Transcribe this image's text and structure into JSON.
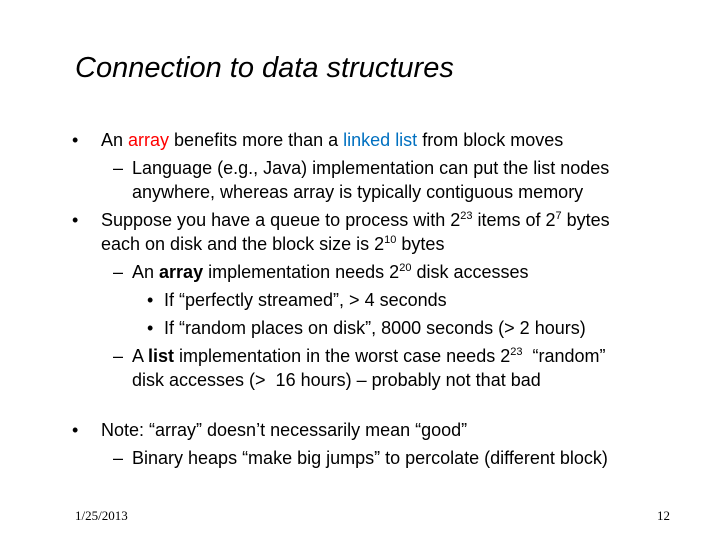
{
  "slide": {
    "title": "Connection to data structures",
    "footer": {
      "date": "1/25/2013",
      "page_number": "12"
    }
  },
  "colors": {
    "array": "#ff0000",
    "linked_list": "#0070c0"
  },
  "markers": {
    "level1": "•",
    "level2": "–",
    "level3": "•"
  },
  "bullets": {
    "b1": {
      "pre": "An ",
      "array": "array",
      "mid": " benefits more than a ",
      "linked_list": "linked list",
      "post": " from block moves",
      "sub1": {
        "line1": "Language (e.g., Java) implementation can put the list nodes",
        "line2": "anywhere, whereas array is typically contiguous memory"
      }
    },
    "b2": {
      "line1_a": "Suppose you have a queue to process with 2",
      "line1_exp1": "23",
      "line1_b": " items of 2",
      "line1_exp2": "7",
      "line1_c": " bytes",
      "line2_a": "each on disk and the block size is 2",
      "line2_exp": "10",
      "line2_b": " bytes",
      "sub1": {
        "pre": "An ",
        "bold": "array",
        "mid": " implementation needs 2",
        "exp": "20",
        "post": " disk accesses",
        "sub1": "If “perfectly streamed”, > 4 seconds",
        "sub2": "If “random places on disk”, 8000 seconds (> 2 hours)"
      },
      "sub2": {
        "pre": "A ",
        "bold": "list",
        "mid": " implementation in the worst case needs 2",
        "exp": "23",
        "post": "  “random”",
        "line2": "disk accesses (>  16 hours) – probably not that bad"
      }
    },
    "b3": {
      "text": "Note: “array” doesn’t necessarily mean “good”",
      "sub1": "Binary heaps “make big jumps” to percolate (different block)"
    }
  }
}
